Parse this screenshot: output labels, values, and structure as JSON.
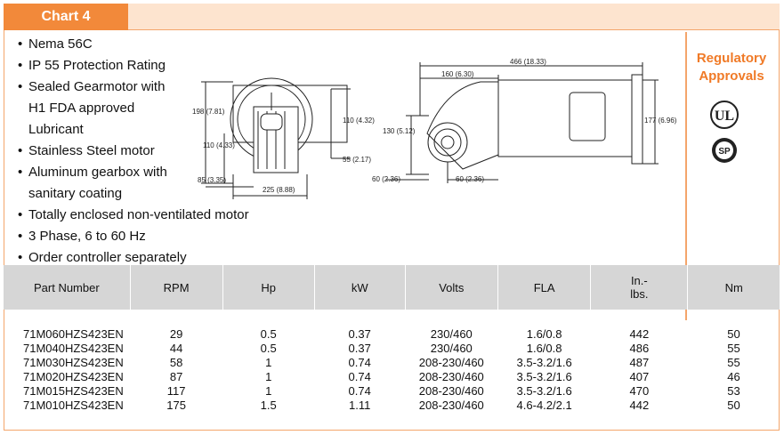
{
  "header": {
    "chart_label": "Chart 4"
  },
  "features": [
    "Nema 56C",
    "IP 55 Protection Rating",
    "Sealed Gearmotor with",
    "H1 FDA approved",
    "Lubricant",
    "Stainless Steel motor",
    "Aluminum gearbox with",
    "sanitary coating",
    "Totally enclosed non-ventilated motor",
    "3 Phase, 6 to 60 Hz",
    "Order controller separately"
  ],
  "regulatory": {
    "title_line1": "Regulatory",
    "title_line2": "Approvals",
    "ul_text": "UL",
    "csa_text": "SP"
  },
  "drawing_left": {
    "d1": "198 (7.81)",
    "d2": "110 (4.33)",
    "d3": "110 (4.32)",
    "d4": "55 (2.17)",
    "d5": "85 (3.35)",
    "d6": "225 (8.88)"
  },
  "drawing_right": {
    "d1": "466 (18.33)",
    "d2": "160 (6.30)",
    "d3": "177 (6.96)",
    "d4": "130 (5.12)",
    "d5": "60 (2.36)",
    "d6": "60 (2.36)"
  },
  "table": {
    "headers": [
      "Part Number",
      "RPM",
      "Hp",
      "kW",
      "Volts",
      "FLA",
      "In.-\nlbs.",
      "Nm"
    ],
    "header_inlbs_1": "In.-",
    "header_inlbs_2": "lbs.",
    "rows": [
      [
        "71M060HZS423EN",
        "29",
        "0.5",
        "0.37",
        "230/460",
        "1.6/0.8",
        "442",
        "50"
      ],
      [
        "71M040HZS423EN",
        "44",
        "0.5",
        "0.37",
        "230/460",
        "1.6/0.8",
        "486",
        "55"
      ],
      [
        "71M030HZS423EN",
        "58",
        "1",
        "0.74",
        "208-230/460",
        "3.5-3.2/1.6",
        "487",
        "55"
      ],
      [
        "71M020HZS423EN",
        "87",
        "1",
        "0.74",
        "208-230/460",
        "3.5-3.2/1.6",
        "407",
        "46"
      ],
      [
        "71M015HZS423EN",
        "117",
        "1",
        "0.74",
        "208-230/460",
        "3.5-3.2/1.6",
        "470",
        "53"
      ],
      [
        "71M010HZS423EN",
        "175",
        "1.5",
        "1.11",
        "208-230/460",
        "4.6-4.2/2.1",
        "442",
        "50"
      ]
    ]
  },
  "colors": {
    "accent": "#f2893a",
    "band": "#fde4cf",
    "border": "#f4a56b",
    "table_header": "#d6d6d6"
  }
}
